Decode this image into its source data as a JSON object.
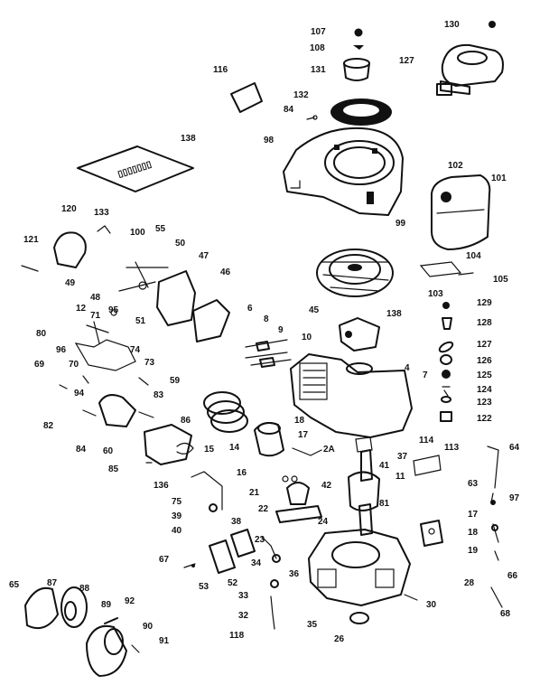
{
  "labels": [
    "107",
    "108",
    "131",
    "130",
    "127",
    "116",
    "132",
    "84",
    "138",
    "98",
    "102",
    "101",
    "120",
    "133",
    "100",
    "55",
    "50",
    "121",
    "47",
    "49",
    "46",
    "48",
    "12",
    "95",
    "71",
    "51",
    "80",
    "74",
    "96",
    "69",
    "70",
    "73",
    "59",
    "94",
    "83",
    "82",
    "60",
    "84",
    "85",
    "86",
    "15",
    "14",
    "18",
    "17",
    "2A",
    "136",
    "16",
    "21",
    "22",
    "75",
    "39",
    "40",
    "38",
    "23",
    "67",
    "53",
    "52",
    "34",
    "33",
    "36",
    "32",
    "118",
    "87",
    "88",
    "89",
    "92",
    "90",
    "91",
    "35",
    "26",
    "24",
    "30",
    "28",
    "68",
    "19",
    "18",
    "17",
    "63",
    "64",
    "37",
    "113",
    "114",
    "11",
    "41",
    "42",
    "81",
    "104",
    "105",
    "103",
    "129",
    "128",
    "127",
    "126",
    "125",
    "124",
    "123",
    "122",
    "7",
    "4",
    "10",
    "9",
    "8",
    "6",
    "45",
    "138",
    "99",
    "97",
    "66",
    "65"
  ]
}
